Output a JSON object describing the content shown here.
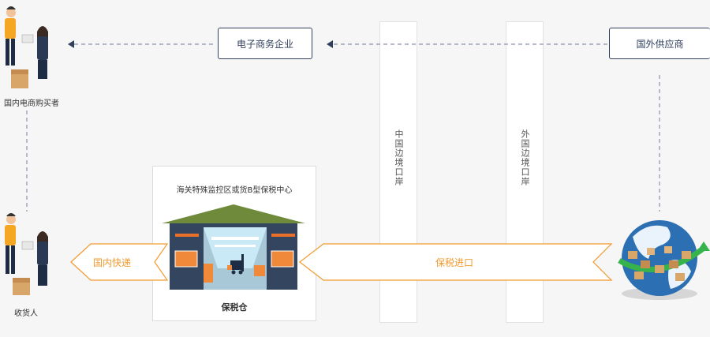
{
  "nodes": {
    "domestic_buyer": "国内电商购买者",
    "ecommerce": "电子商务企业",
    "foreign_supplier": "国外供应商",
    "recipient": "收货人",
    "bonded_center": "海关特殊监控区或货B型保税中心",
    "warehouse": "保税仓"
  },
  "ports": {
    "china_port": "中国边境口岸",
    "foreign_port": "外国边境口岸"
  },
  "flows": {
    "domestic_express": "国内快递",
    "bonded_import": "保税进口"
  },
  "colors": {
    "accent": "#f29a2e",
    "navy": "#2f3f5c",
    "roof": "#6f8a3a",
    "wall": "#34465f"
  },
  "icons": [
    "people-icon",
    "box-icon",
    "globe-icon",
    "warehouse-icon",
    "forklift-icon"
  ]
}
